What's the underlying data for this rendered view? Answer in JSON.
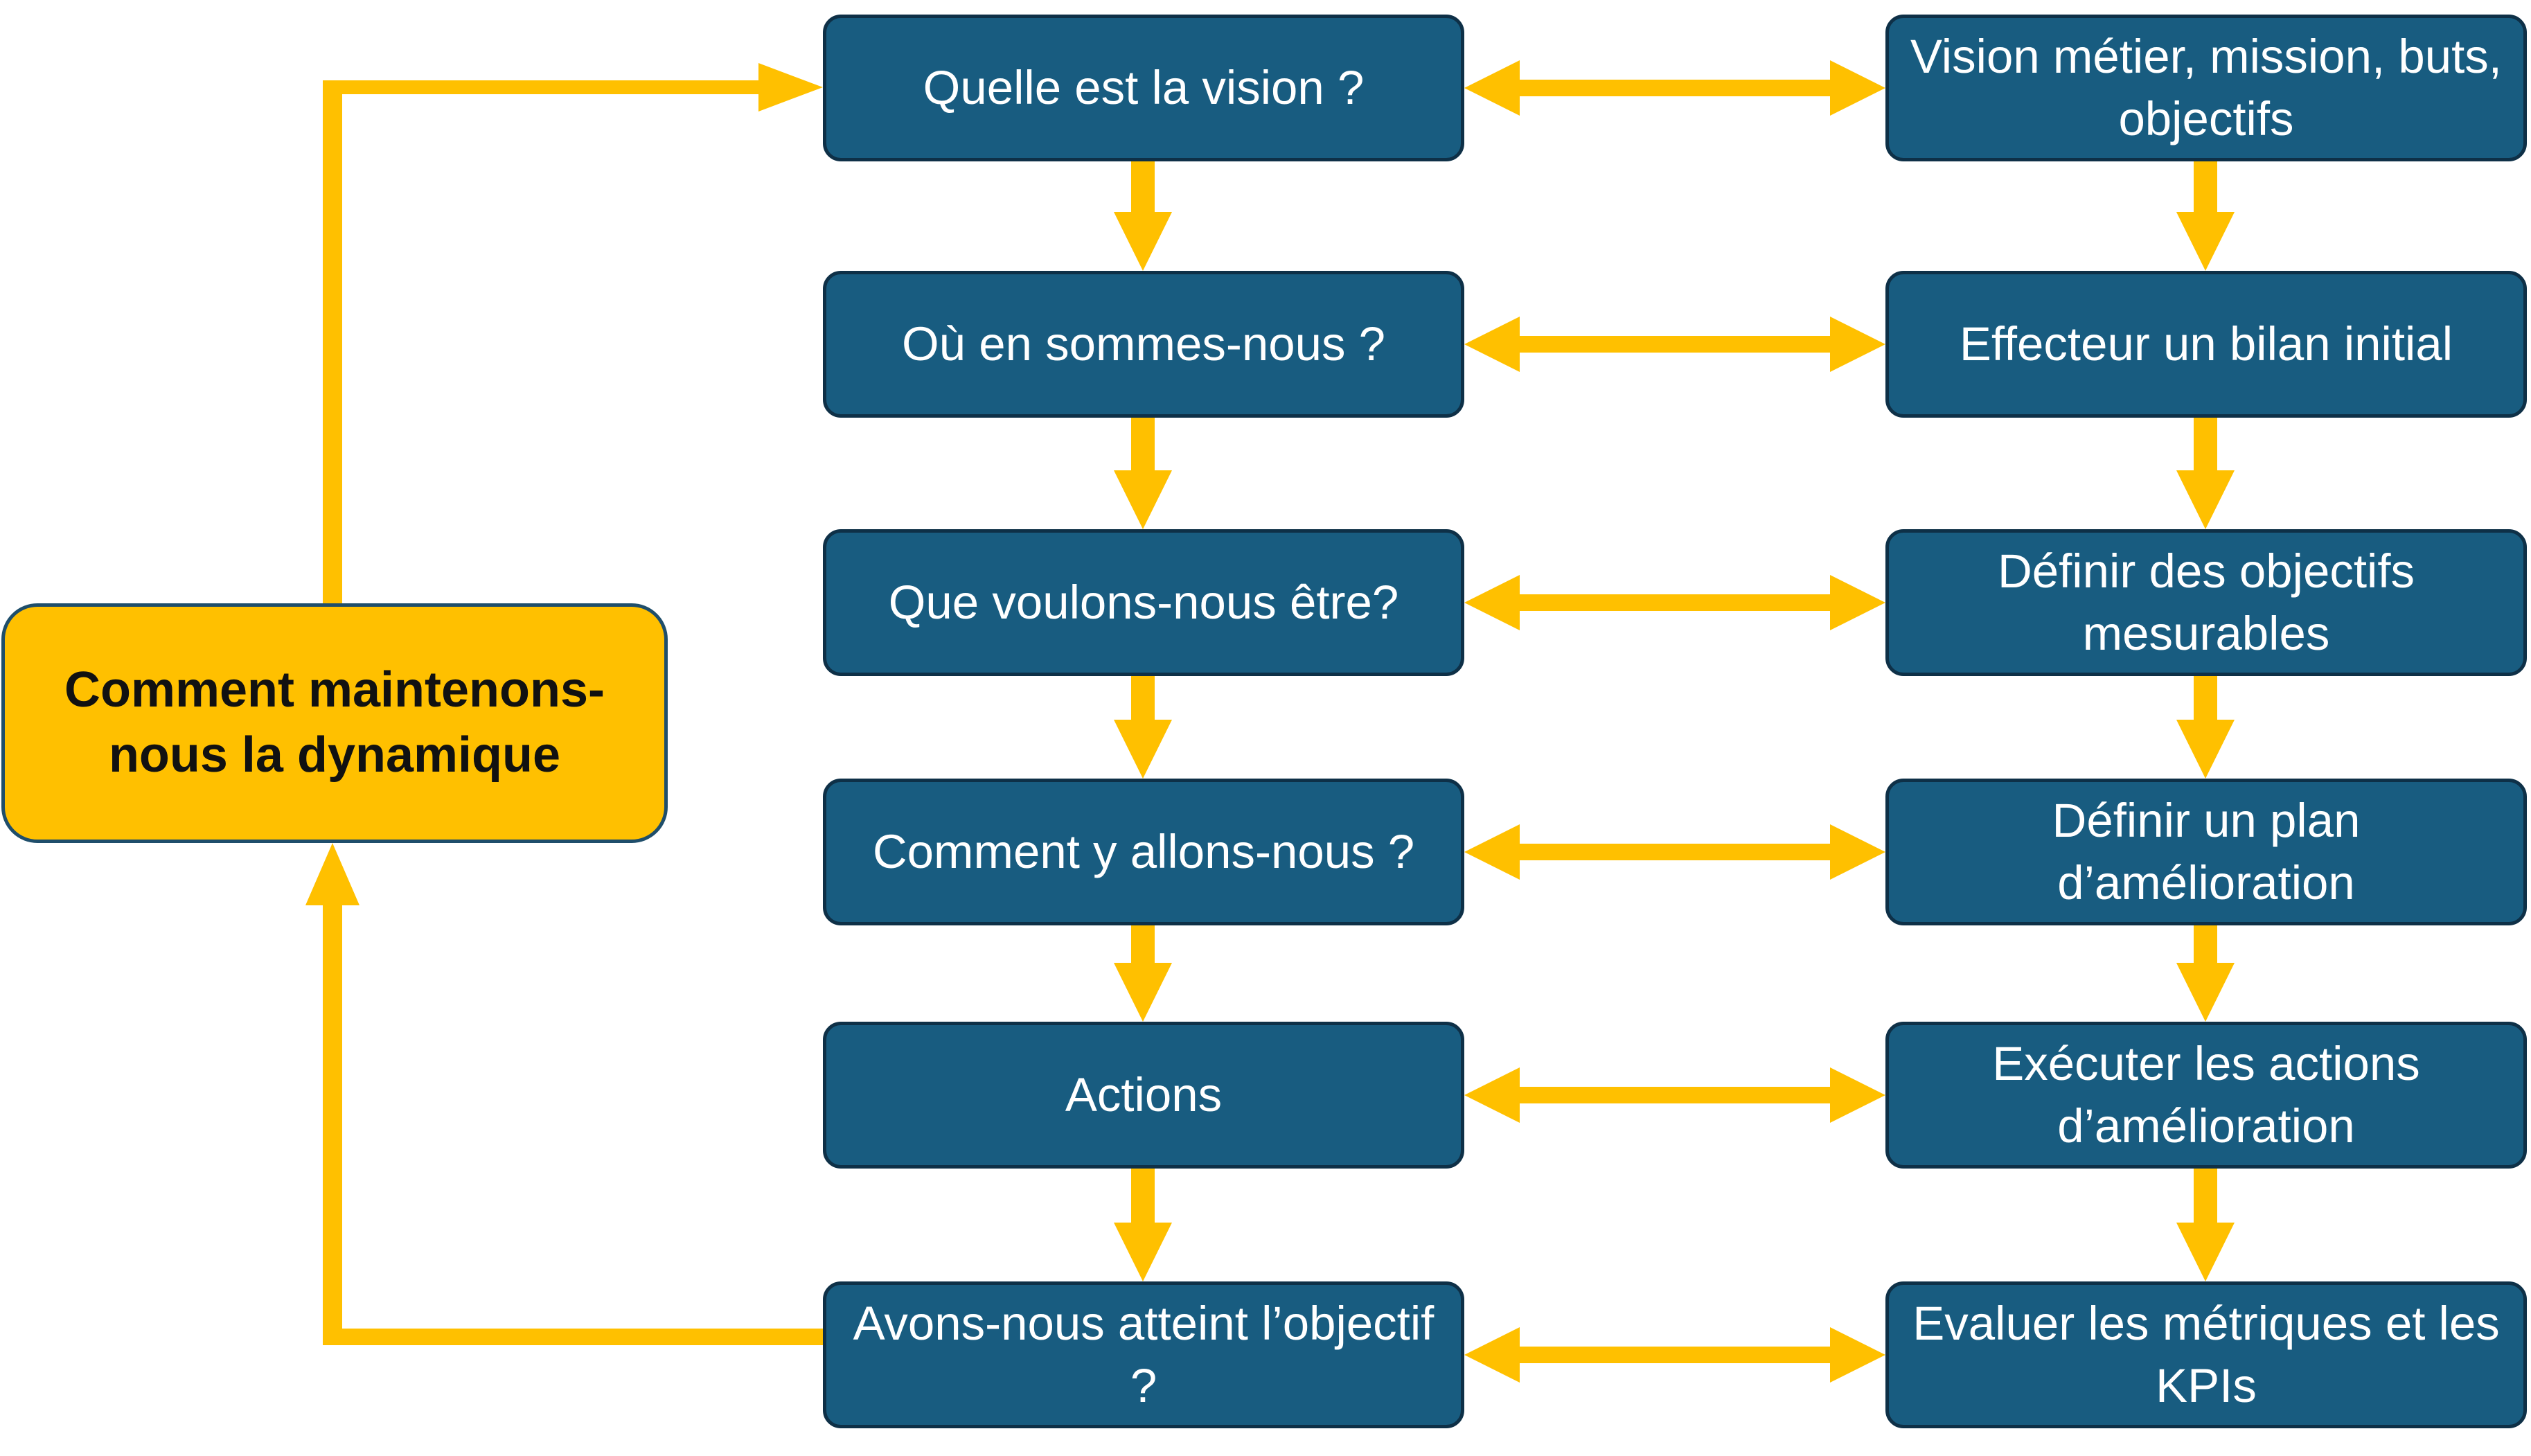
{
  "accent_color": "#FFC000",
  "box_color": "#185C80",
  "loop_node": {
    "label": "Comment maintenons-nous la dynamique"
  },
  "questions": [
    {
      "label": "Quelle est la vision ?"
    },
    {
      "label": "Où en sommes-nous ?"
    },
    {
      "label": "Que voulons-nous être?"
    },
    {
      "label": "Comment y allons-nous ?"
    },
    {
      "label": "Actions"
    },
    {
      "label": "Avons-nous atteint l’objectif ?"
    }
  ],
  "steps": [
    {
      "label": "Vision métier, mission, buts, objectifs"
    },
    {
      "label": "Effecteur un bilan initial"
    },
    {
      "label": "Définir des objectifs mesurables"
    },
    {
      "label": "Définir un plan d’amélioration"
    },
    {
      "label": "Exécuter les actions d’amélioration"
    },
    {
      "label": "Evaluer les métriques et les KPIs"
    }
  ]
}
